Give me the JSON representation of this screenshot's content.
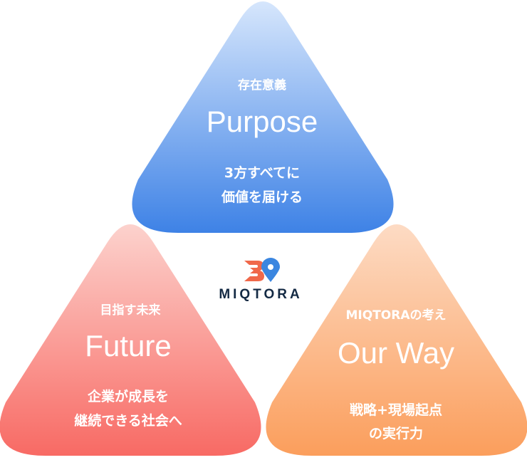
{
  "colors": {
    "purpose_top": "#d6e6fc",
    "purpose_bottom": "#3e82e6",
    "future_top": "#fcd2cd",
    "future_bottom": "#f86a64",
    "ourway_top": "#fddbc4",
    "ourway_bottom": "#fb9e5c",
    "logo_text": "#142a44",
    "logo_orange": "#f0684a",
    "logo_blue": "#3b86e0"
  },
  "purpose": {
    "subtitle": "存在意義",
    "title": "Purpose",
    "line1": "3方すべてに",
    "line2": "価値を届ける"
  },
  "future": {
    "subtitle": "目指す未来",
    "title": "Future",
    "line1": "企業が成長を",
    "line2": "継続できる社会へ"
  },
  "ourway": {
    "subtitle": "MIQTORAの考え",
    "title": "Our Way",
    "line1": "戦略+現場起点",
    "line2": "の実行力"
  },
  "logo": {
    "text": "MIQTORA",
    "icon": "miqtora-logo-icon"
  }
}
